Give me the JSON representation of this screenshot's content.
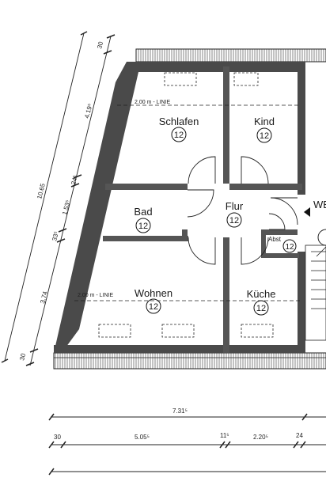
{
  "rooms": {
    "schlafen": {
      "name": "Schlafen",
      "number": "12"
    },
    "kind": {
      "name": "Kind",
      "number": "12"
    },
    "bad": {
      "name": "Bad",
      "number": "12"
    },
    "flur": {
      "name": "Flur",
      "number": "12"
    },
    "wohnen": {
      "name": "Wohnen",
      "number": "12"
    },
    "kueche": {
      "name": "Küche",
      "number": "12"
    },
    "abst": {
      "name": "Abst",
      "number": "12"
    },
    "wb_partial": {
      "name": "WB"
    }
  },
  "height_lines": {
    "upper": "2.00 m - LINIE",
    "lower": "2.00 m - LINIE"
  },
  "dims_left": {
    "overall": "10.65",
    "top_30": "30",
    "seg_419": "4.19⁵",
    "seg_24": "24⁵",
    "seg_153": "1.53⁵",
    "seg_33": "33⁵",
    "seg_374": "3.74",
    "bottom_30": "30"
  },
  "dims_bottom": {
    "total": "7.31⁵",
    "seg_30": "30",
    "seg_505": "5.05⁵",
    "seg_11": "11⁵",
    "seg_220": "2.20⁵",
    "seg_24": "24"
  }
}
